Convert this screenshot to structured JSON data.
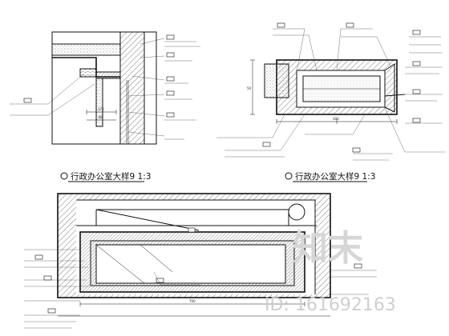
{
  "drawing": {
    "detail_a_title": "",
    "detail_b_title": "行政办公室大样9 1:3",
    "detail_c_title": "行政办公室大样9 1:3",
    "watermark_brand": "知末",
    "watermark_id": "ID: 161692163",
    "dims": {
      "a_1": "176",
      "a_2": "80",
      "b_1": "300",
      "b_2": "50",
      "c_1": "700"
    }
  }
}
